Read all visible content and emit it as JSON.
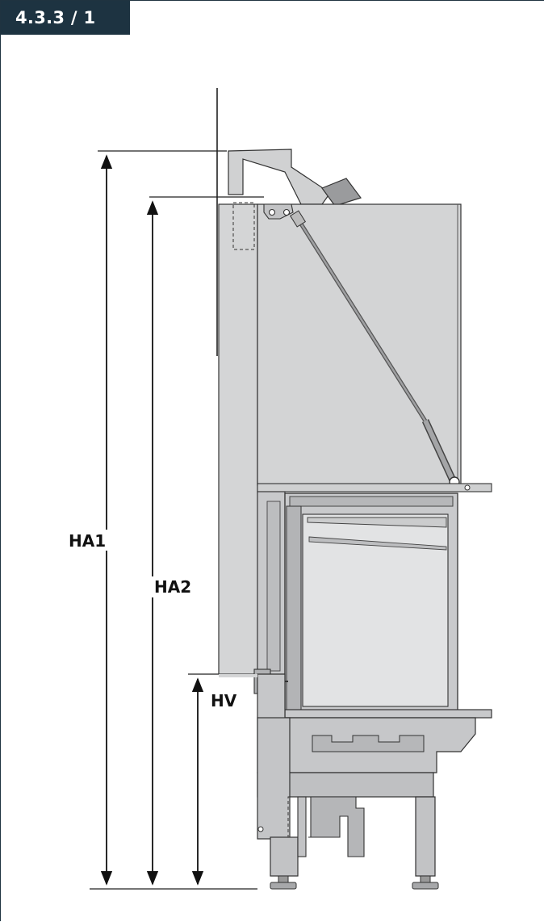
{
  "figure": {
    "tag": "4.3.3 / 1"
  },
  "dimensions": {
    "ha1": "HA1",
    "ha2": "HA2",
    "hv": "HV"
  },
  "colors": {
    "tag_background": "#1d3341",
    "body_fill": "#d2d3d4",
    "body_fill_dark": "#bfc0c2",
    "glass_fill": "#e4e5e6",
    "line": "#2a2a2a"
  }
}
